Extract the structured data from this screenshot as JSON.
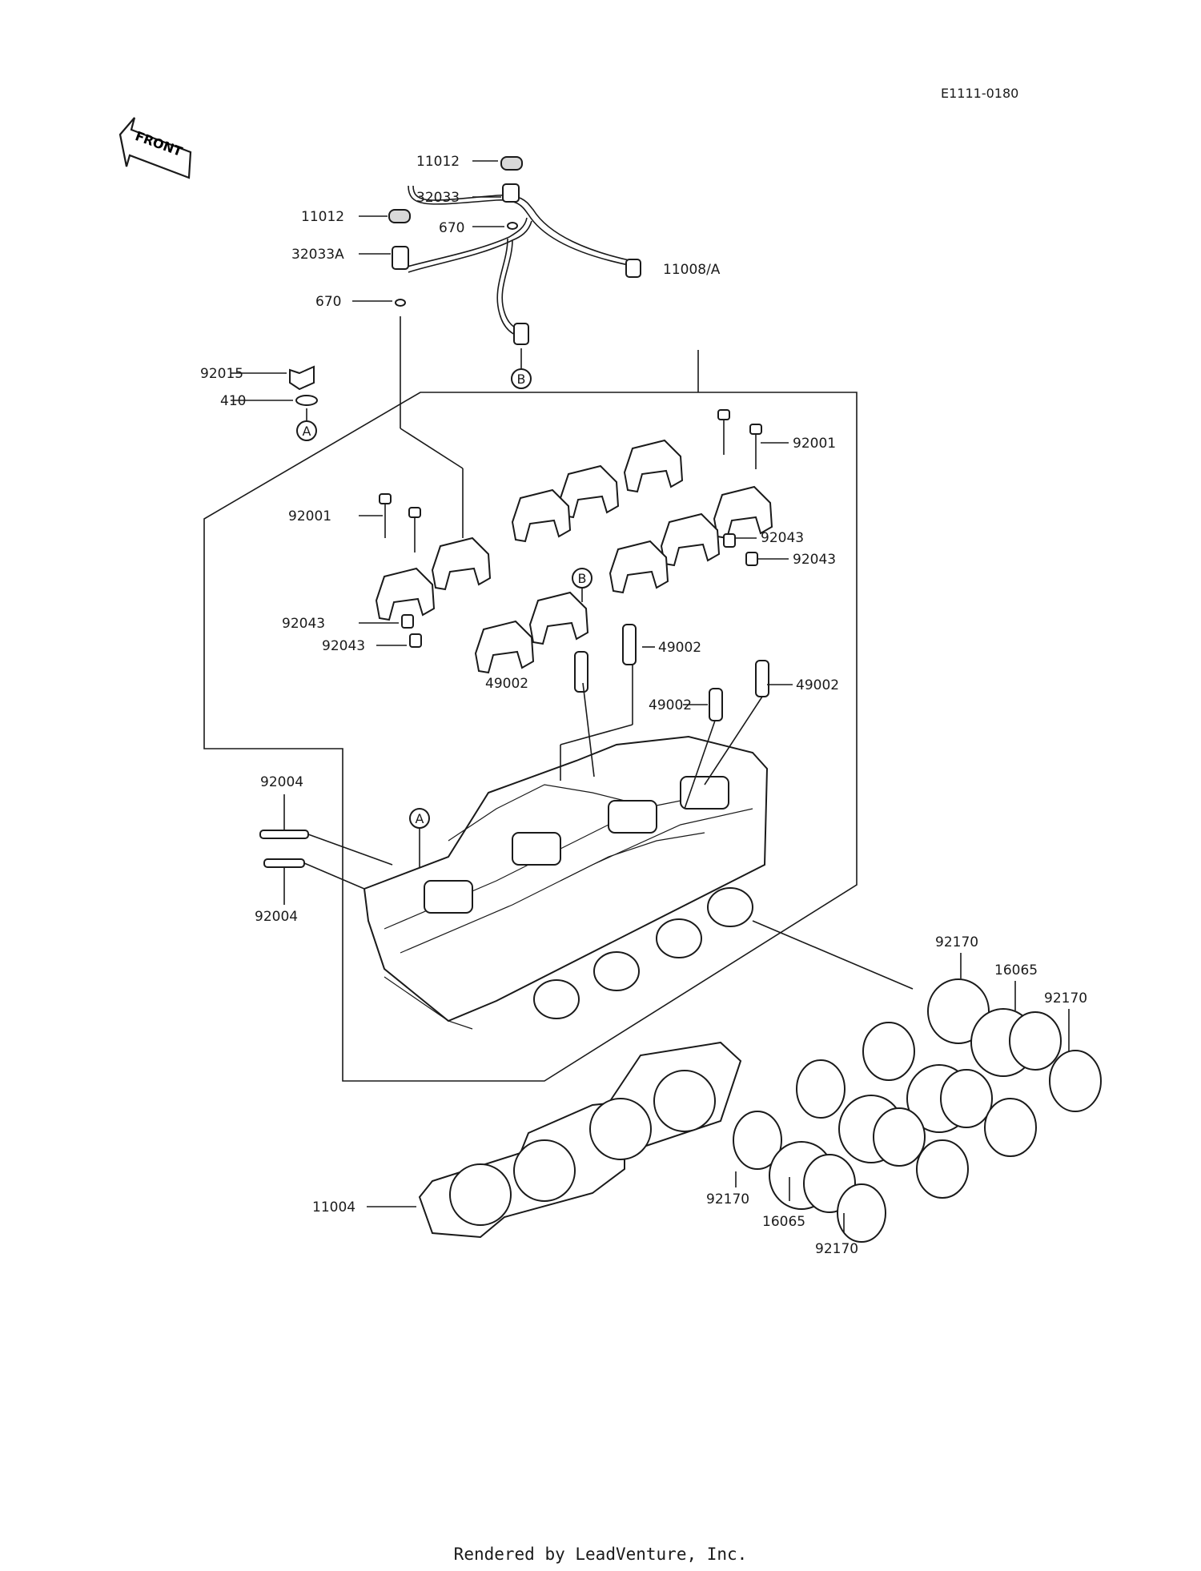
{
  "diagram_code": "E1111-0180",
  "front_label": "FRONT",
  "labels": {
    "l11012_top": "11012",
    "l32033": "32033",
    "l11012_left": "11012",
    "l670_top": "670",
    "l32033A": "32033A",
    "l670_left": "670",
    "l92015": "92015",
    "l410": "410",
    "l11008A": "11008/A",
    "l92001_right": "92001",
    "l92001_left": "92001",
    "l92043_r1": "92043",
    "l92043_r2": "92043",
    "l92043_l1": "92043",
    "l92043_l2": "92043",
    "l49002_a": "49002",
    "l49002_b": "49002",
    "l49002_c": "49002",
    "l49002_d": "49002",
    "l92004_top": "92004",
    "l92004_bot": "92004",
    "l92170_top": "92170",
    "l16065_top": "16065",
    "l92170_right": "92170",
    "l11004": "11004",
    "l92170_bl": "92170",
    "l16065_bot": "16065",
    "l92170_bot": "92170"
  },
  "markers": {
    "A_top": "A",
    "B_top": "B",
    "B_mid": "B",
    "A_mid": "A"
  },
  "footer": "Rendered by LeadVenture, Inc."
}
